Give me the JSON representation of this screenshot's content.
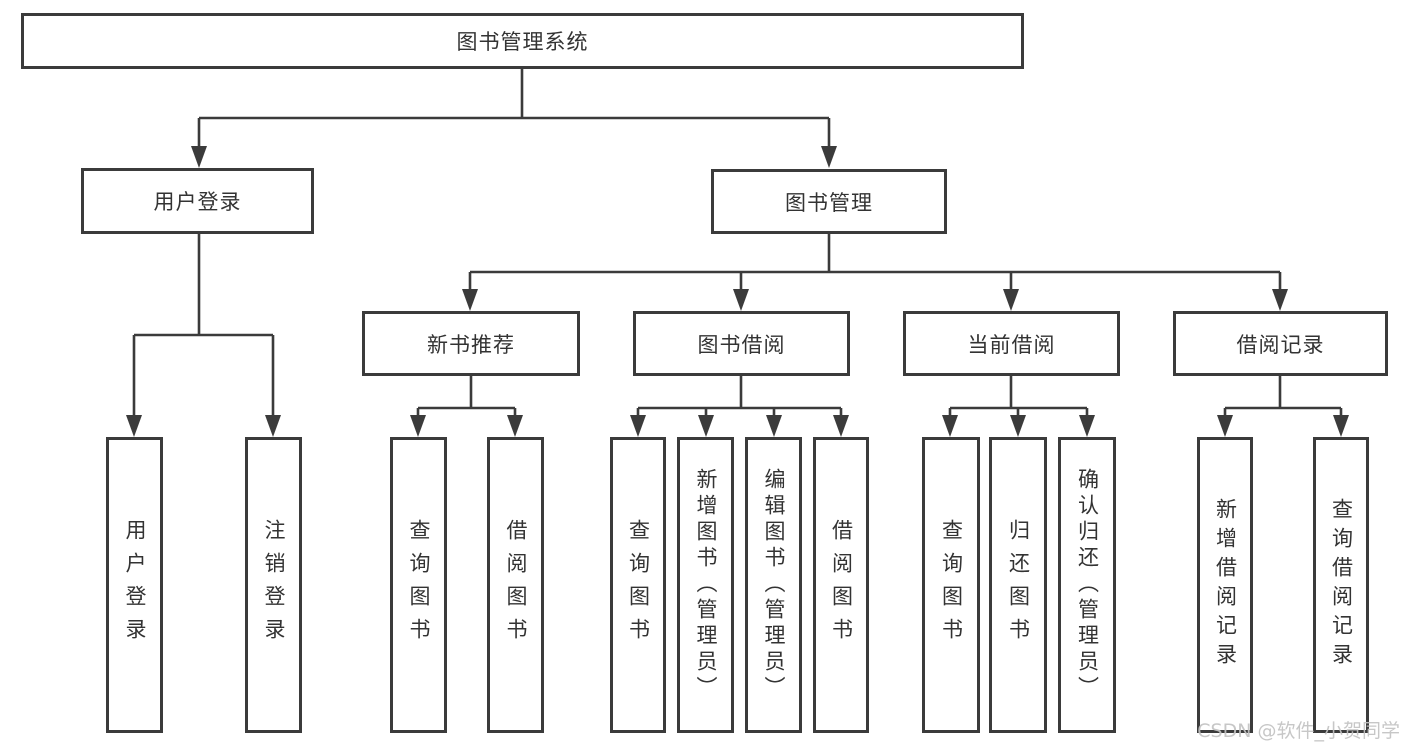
{
  "colors": {
    "line": "#3b3b3b",
    "text": "#333333",
    "watermark": "#c3c3c3",
    "background": "#ffffff"
  },
  "watermark": {
    "text": "CSDN @软件_小贺同学"
  },
  "tree": {
    "root": {
      "label": "图书管理系统",
      "children": [
        {
          "label": "用户登录",
          "children": [
            {
              "label": "用户登录"
            },
            {
              "label": "注销登录"
            }
          ]
        },
        {
          "label": "图书管理",
          "children": [
            {
              "label": "新书推荐",
              "children": [
                {
                  "label": "查询图书"
                },
                {
                  "label": "借阅图书"
                }
              ]
            },
            {
              "label": "图书借阅",
              "children": [
                {
                  "label": "查询图书"
                },
                {
                  "label": "新增图书（管理员）"
                },
                {
                  "label": "编辑图书（管理员）"
                },
                {
                  "label": "借阅图书"
                }
              ]
            },
            {
              "label": "当前借阅",
              "children": [
                {
                  "label": "查询图书"
                },
                {
                  "label": "归还图书"
                },
                {
                  "label": "确认归还（管理员）"
                }
              ]
            },
            {
              "label": "借阅记录",
              "children": [
                {
                  "label": "新增借阅记录"
                },
                {
                  "label": "查询借阅记录"
                }
              ]
            }
          ]
        }
      ]
    }
  }
}
